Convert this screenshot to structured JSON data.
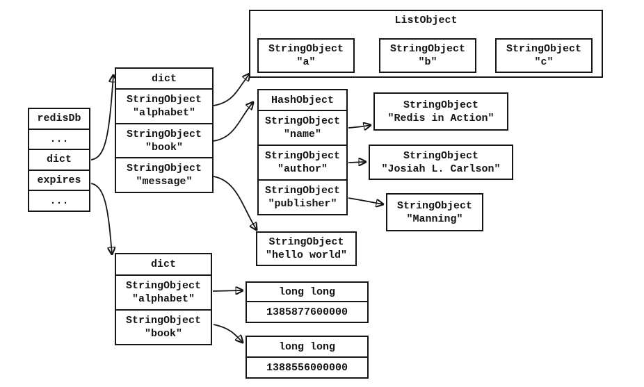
{
  "colors": {
    "ink": "#151515",
    "paper": "#ffffff"
  },
  "nodes": {
    "redis_db": {
      "rows": [
        "redisDb",
        "...",
        "dict",
        "expires",
        "..."
      ]
    },
    "dict_top": {
      "header": "dict",
      "entries": [
        {
          "type": "StringObject",
          "value": "\"alphabet\""
        },
        {
          "type": "StringObject",
          "value": "\"book\""
        },
        {
          "type": "StringObject",
          "value": "\"message\""
        }
      ]
    },
    "list_object": {
      "title": "ListObject",
      "items": [
        {
          "type": "StringObject",
          "value": "\"a\""
        },
        {
          "type": "StringObject",
          "value": "\"b\""
        },
        {
          "type": "StringObject",
          "value": "\"c\""
        }
      ]
    },
    "hash_object": {
      "header": "HashObject",
      "entries": [
        {
          "type": "StringObject",
          "value": "\"name\""
        },
        {
          "type": "StringObject",
          "value": "\"author\""
        },
        {
          "type": "StringObject",
          "value": "\"publisher\""
        }
      ]
    },
    "string_values": {
      "name": {
        "type": "StringObject",
        "value": "\"Redis in Action\""
      },
      "author": {
        "type": "StringObject",
        "value": "\"Josiah L. Carlson\""
      },
      "publisher": {
        "type": "StringObject",
        "value": "\"Manning\""
      },
      "message": {
        "type": "StringObject",
        "value": "\"hello world\""
      }
    },
    "dict_expires": {
      "header": "dict",
      "entries": [
        {
          "type": "StringObject",
          "value": "\"alphabet\""
        },
        {
          "type": "StringObject",
          "value": "\"book\""
        }
      ]
    },
    "expire_alphabet": {
      "header": "long long",
      "value": "1385877600000"
    },
    "expire_book": {
      "header": "long long",
      "value": "1388556000000"
    }
  }
}
